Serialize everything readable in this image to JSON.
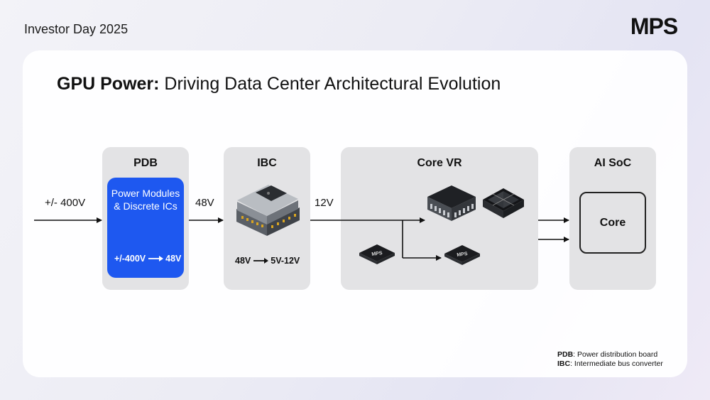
{
  "header": {
    "event": "Investor Day 2025",
    "logo_text": "MPS"
  },
  "title": {
    "strong": "GPU Power:",
    "rest": " Driving Data Center Architectural Evolution"
  },
  "diagram": {
    "input_voltage": "+/- 400V",
    "pdb": {
      "label": "PDB",
      "content": "Power Modules & Discrete ICs",
      "conv_from": "+/-400V",
      "conv_to": "48V"
    },
    "v_pdb_ibc": "48V",
    "ibc": {
      "label": "IBC",
      "conv_from": "48V",
      "conv_to": "5V-12V"
    },
    "v_ibc_core": "12V",
    "core_vr": {
      "label": "Core VR",
      "chip_marking": "MPS"
    },
    "ai_soc": {
      "label": "AI SoC",
      "core_label": "Core"
    }
  },
  "legend": [
    {
      "abbr": "PDB",
      "text": ": Power distribution board"
    },
    {
      "abbr": "IBC",
      "text": ": Intermediate bus converter"
    }
  ],
  "colors": {
    "accent_blue": "#1e58f0",
    "box_gray": "#e3e3e5"
  }
}
